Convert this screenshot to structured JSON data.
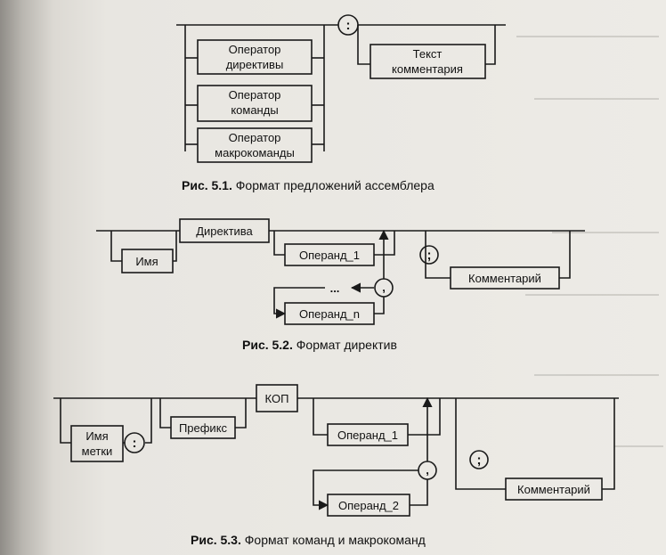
{
  "figure1": {
    "box_directive_op": [
      "Оператор",
      "директивы"
    ],
    "box_command_op": [
      "Оператор",
      "команды"
    ],
    "box_macro_op": [
      "Оператор",
      "макрокоманды"
    ],
    "colon": ":",
    "box_comment_text": [
      "Текст",
      "комментария"
    ],
    "caption_label": "Рис. 5.1.",
    "caption_text": " Формат предложений ассемблера"
  },
  "figure2": {
    "box_name": "Имя",
    "box_directive": "Директива",
    "box_operand1": "Операнд_1",
    "ellipsis": "...",
    "comma": ",",
    "box_operandn": "Операнд_n",
    "colon": ";",
    "box_comment": "Комментарий",
    "caption_label": "Рис. 5.2.",
    "caption_text": " Формат директив"
  },
  "figure3": {
    "box_label_name": [
      "Имя",
      "метки"
    ],
    "colon": ":",
    "box_prefix": "Префикс",
    "box_opcode": "КОП",
    "box_operand1": "Операнд_1",
    "comma": ",",
    "box_operand2": "Операнд_2",
    "colon2": ";",
    "box_comment": "Комментарий",
    "caption_label": "Рис. 5.3.",
    "caption_text": " Формат команд и макрокоманд"
  }
}
